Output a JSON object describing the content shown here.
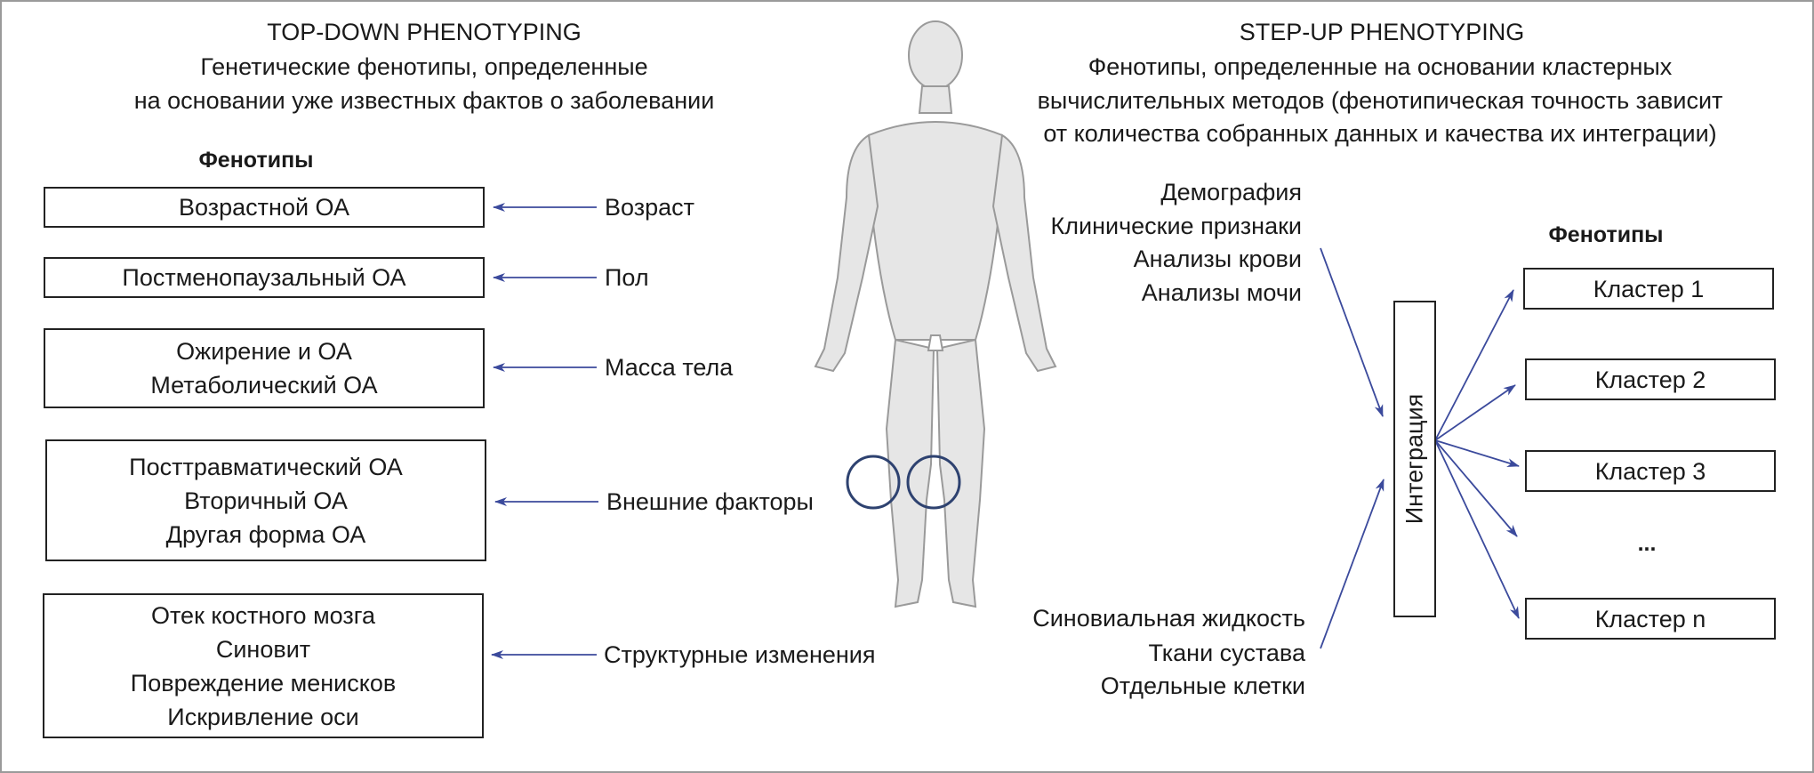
{
  "left": {
    "title": "TOP-DOWN PHENOTYPING",
    "subtitle_lines": [
      "Генетические фенотипы, определенные",
      "на основании уже известных фактов о заболевании"
    ],
    "phenotypes_heading": "Фенотипы",
    "rows": [
      {
        "phenotypes": [
          "Возрастной ОА"
        ],
        "factor": "Возраст"
      },
      {
        "phenotypes": [
          "Постменопаузальный ОА"
        ],
        "factor": "Пол"
      },
      {
        "phenotypes": [
          "Ожирение и ОА",
          "Метаболический ОА"
        ],
        "factor": "Масса тела"
      },
      {
        "phenotypes": [
          "Посттравматический ОА",
          "Вторичный ОА",
          "Другая форма ОА"
        ],
        "factor": "Внешние факторы"
      },
      {
        "phenotypes": [
          "Отек костного мозга",
          "Синовит",
          "Повреждение менисков",
          "Искривление оси"
        ],
        "factor": "Структурные изменения"
      }
    ]
  },
  "right": {
    "title": "STEP-UP PHENOTYPING",
    "subtitle_lines": [
      "Фенотипы, определенные на основании кластерных",
      "вычислительных методов (фенотипическая точность зависит",
      "от количества собранных данных и качества их интеграции)"
    ],
    "inputs_top": [
      "Демография",
      "Клинические признаки",
      "Анализы крови",
      "Анализы мочи"
    ],
    "inputs_bottom": [
      "Синовиальная жидкость",
      "Ткани сустава",
      "Отдельные клетки"
    ],
    "integration": "Интеграция",
    "phenotypes_heading": "Фенотипы",
    "clusters": [
      "Кластер 1",
      "Кластер 2",
      "Кластер 3",
      "...",
      "Кластер n"
    ]
  },
  "colors": {
    "arrow": "#3b4a9c",
    "knee_circle": "#2e4270",
    "border": "#222222"
  }
}
